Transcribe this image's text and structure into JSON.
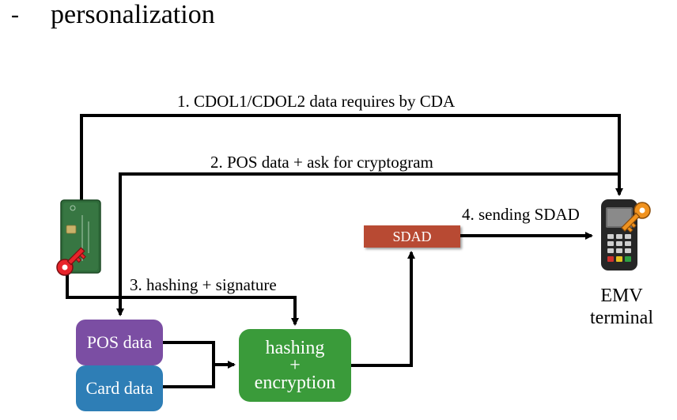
{
  "header": {
    "bullet": "-",
    "title": "personalization"
  },
  "flows": {
    "step1": "1. CDOL1/CDOL2 data requires by CDA",
    "step2": "2. POS data + ask for cryptogram",
    "step3": "3. hashing + signature",
    "step4": "4. sending SDAD"
  },
  "boxes": {
    "pos_data": "POS data",
    "card_data": "Card data",
    "hashing_line1": "hashing",
    "hashing_line2": "+",
    "hashing_line3": "encryption",
    "sdad": "SDAD"
  },
  "terminal": {
    "line1": "EMV",
    "line2": "terminal"
  },
  "colors": {
    "pos_data": "#7b4ea3",
    "card_data": "#2e7eb6",
    "hashing": "#3a9b3a",
    "sdad": "#b84a33",
    "key": "#e8232a",
    "terminal_key": "#f0921e",
    "card": "#2f6b3a"
  },
  "icons": {
    "card": "smart-card-icon",
    "card_key": "key-icon",
    "terminal": "pos-terminal-icon",
    "terminal_key": "key-icon"
  }
}
